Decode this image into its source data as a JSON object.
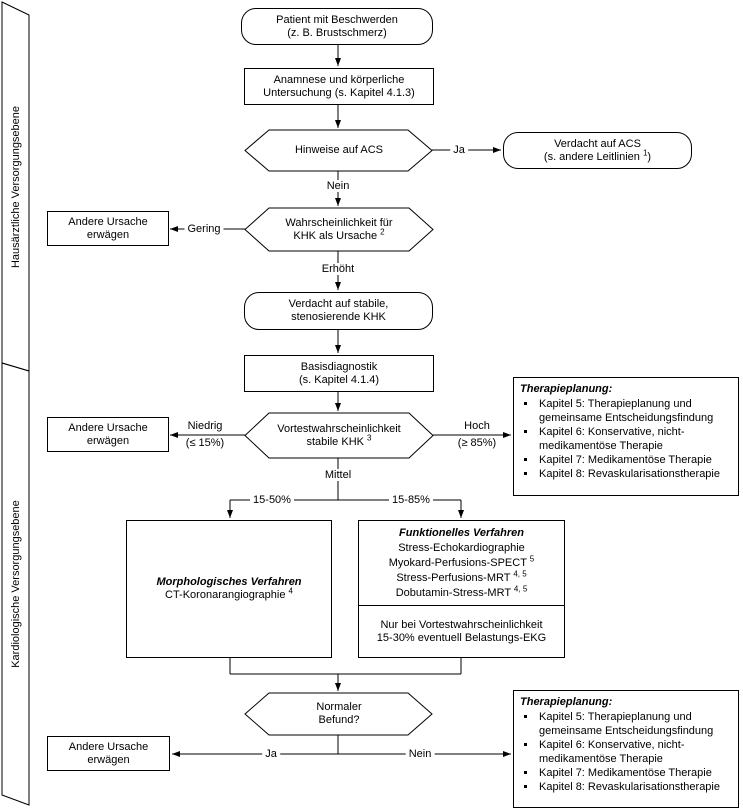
{
  "sidebar": {
    "top_label": "Hausärztliche Versorgungsebene",
    "bottom_label": "Kardiologische Versorgungsebene"
  },
  "nodes": {
    "patient": {
      "text": "Patient mit Beschwerden\n(z. B. Brustschmerz)"
    },
    "anamnese": {
      "text": "Anamnese und körperliche\nUntersuchung (s. Kapitel 4.1.3)"
    },
    "acs_decision": {
      "text": "Hinweise auf ACS"
    },
    "verdacht_acs": {
      "line1": "Verdacht auf ACS",
      "line2_pre": "(s. andere Leitlinien ",
      "sup": "1",
      "line2_post": ")"
    },
    "khk_decision": {
      "line1": "Wahrscheinlichkeit für",
      "line2": "KHK als Ursache ",
      "sup": "2"
    },
    "andere_ursache_1": {
      "text": "Andere Ursache\nerwägen"
    },
    "stabile_khk": {
      "text": "Verdacht auf stabile,\nstenosierende KHK"
    },
    "basisdiagnostik": {
      "text": "Basisdiagnostik\n(s. Kapitel 4.1.4)"
    },
    "vortest_decision": {
      "line1": "Vortestwahrscheinlichkeit",
      "line2": "stabile KHK ",
      "sup": "3"
    },
    "andere_ursache_2": {
      "text": "Andere Ursache\nerwägen"
    },
    "morph": {
      "title": "Morphologisches Verfahren",
      "method": "CT-Koronarangiographie ",
      "sup": "4"
    },
    "funkt": {
      "title": "Funktionelles Verfahren",
      "line1": "Stress-Echokardiographie",
      "line2": "Myokard-Perfusions-SPECT ",
      "line2_sup": "5",
      "line3": "Stress-Perfusions-MRT ",
      "line3_sup": "4, 5",
      "line4": "Dobutamin-Stress-MRT ",
      "line4_sup": "4, 5"
    },
    "ekg_note": {
      "text": "Nur bei Vortestwahrscheinlichkeit\n15-30% eventuell Belastungs-EKG"
    },
    "befund_decision": {
      "text": "Normaler\nBefund?"
    },
    "andere_ursache_3": {
      "text": "Andere Ursache\nerwägen"
    },
    "therapie_1": {
      "title": "Therapieplanung:",
      "items": [
        "Kapitel 5: Therapieplanung und gemeinsame Entscheidungsfindung",
        "Kapitel 6: Konservative, nicht-medikamentöse Therapie",
        "Kapitel 7: Medikamentöse Therapie",
        "Kapitel 8: Revaskularisationstherapie"
      ]
    },
    "therapie_2": {
      "title": "Therapieplanung:",
      "items": [
        "Kapitel 5: Therapieplanung und gemeinsame Entscheidungsfindung",
        "Kapitel 6: Konservative, nicht-medikamentöse Therapie",
        "Kapitel 7: Medikamentöse Therapie",
        "Kapitel 8: Revaskularisationstherapie"
      ]
    }
  },
  "edges": {
    "ja_top": "Ja",
    "nein_top": "Nein",
    "gering": "Gering",
    "erhoeht": "Erhöht",
    "niedrig_l1": "Niedrig",
    "niedrig_l2": "(≤ 15%)",
    "hoch_l1": "Hoch",
    "hoch_l2": "(≥ 85%)",
    "mittel": "Mittel",
    "pct_left": "15-50%",
    "pct_right": "15-85%",
    "ja_bottom": "Ja",
    "nein_bottom": "Nein"
  },
  "colors": {
    "line": "#000000",
    "background": "#ffffff"
  }
}
